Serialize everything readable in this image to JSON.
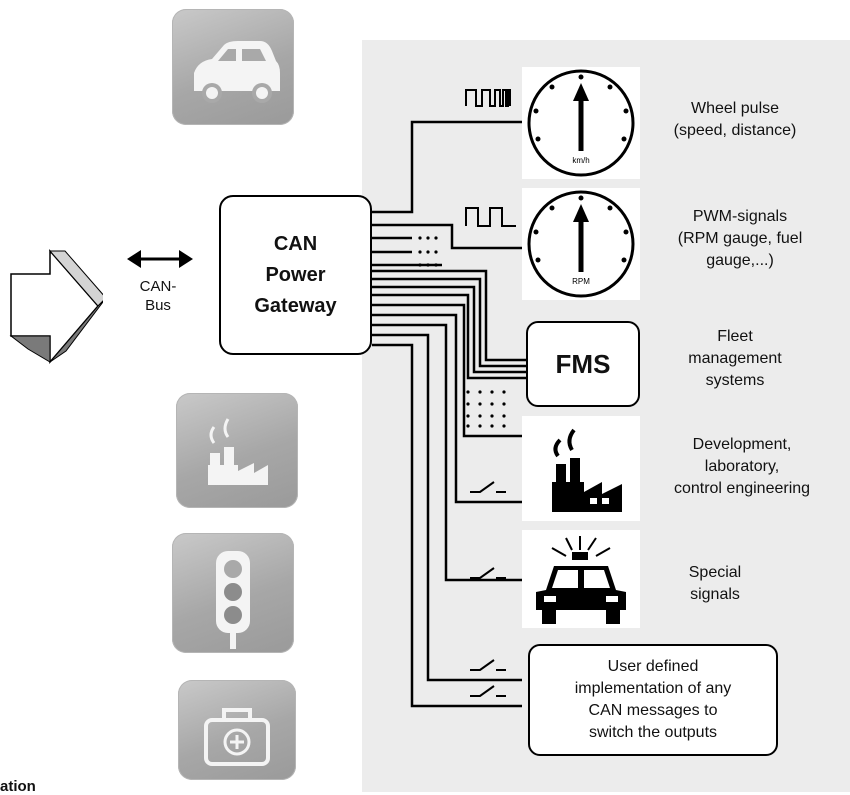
{
  "gateway": {
    "label": "CAN\nPower\nGateway"
  },
  "bus": {
    "label": "CAN-\nBus"
  },
  "gauges": [
    {
      "dial_label": "km/h",
      "caption": "Wheel pulse\n(speed, distance)"
    },
    {
      "dial_label": "RPM",
      "caption": "PWM-signals\n(RPM gauge, fuel\ngauge,...)"
    }
  ],
  "fms": {
    "label": "FMS",
    "caption": "Fleet\nmanagement\nsystems"
  },
  "factory": {
    "caption": "Development,\nlaboratory,\ncontrol engineering"
  },
  "special": {
    "caption": "Special\nsignals"
  },
  "user_defined": {
    "label": "User defined\nimplementation of any\nCAN messages to\nswitch the outputs"
  },
  "footer": {
    "caption": "ation"
  },
  "icons": {
    "tiles": [
      "car-icon",
      "factory-icon",
      "traffic-light-icon",
      "first-aid-kit-icon"
    ],
    "entry": "arrow-icon"
  },
  "colors": {
    "panel": "#ececec",
    "tile": "#a9a9a9",
    "line": "#000000"
  }
}
